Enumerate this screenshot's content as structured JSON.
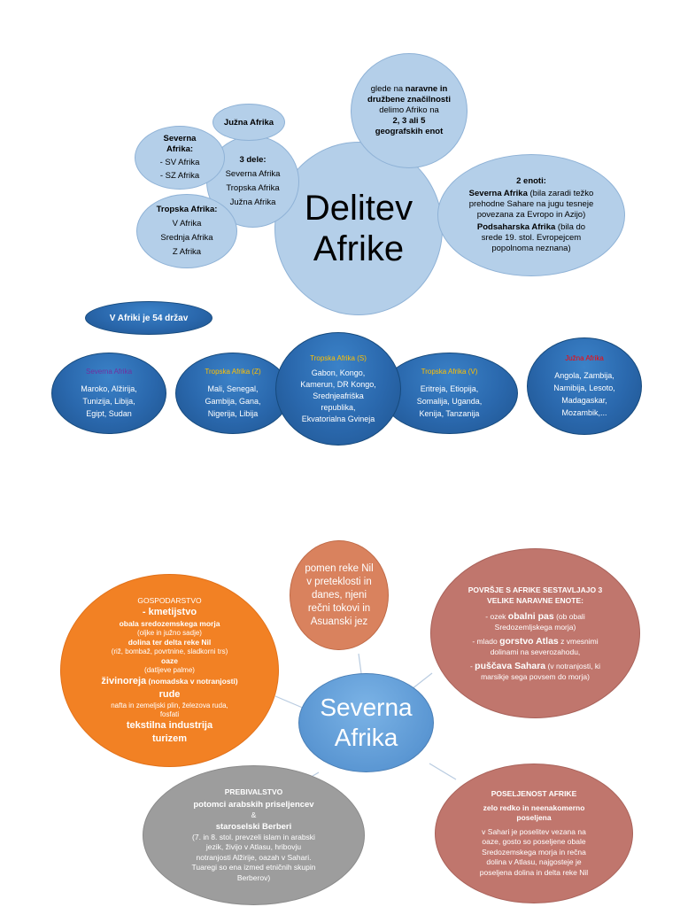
{
  "map1": {
    "center": [
      "Delitev",
      "Afrike"
    ],
    "top_right": {
      "parts": [
        {
          "t": "glede na ",
          "b": false
        },
        {
          "t": "naravne in",
          "b": true
        },
        {
          "br": true
        },
        {
          "t": "družbene značilnosti",
          "b": true
        },
        {
          "br": true
        },
        {
          "t": "delimo Afriko na",
          "b": false
        },
        {
          "br": true
        },
        {
          "t": "2, 3 ali 5",
          "b": true
        },
        {
          "br": true
        },
        {
          "t": "geografskih enot",
          "b": true
        }
      ]
    },
    "two_units": {
      "title": "2 enoti:",
      "sev_bold": "Severna Afrika",
      "sev_rest_1": " (bila zaradi težko",
      "sev_rest_2": "prehodne Sahare na jugu tesneje",
      "sev_rest_3": "povezana za Evropo in Azijo)",
      "pod_bold": "Podsaharska Afrika",
      "pod_rest_1": " (bila do",
      "pod_rest_2": "srede 19. stol. Evropejcem",
      "pod_rest_3": "popolnoma neznana)"
    },
    "juzna_top": "Južna Afrika",
    "severna_small": {
      "title_1": "Severna",
      "title_2": "Afrika:",
      "items": [
        "- SV Afrika",
        "- SZ Afrika"
      ]
    },
    "three_parts": {
      "title": "3 dele:",
      "items": [
        "Severna Afrika",
        "Tropska Afrika",
        "Južna Afrika"
      ]
    },
    "tropska_small": {
      "title": "Tropska Afrika:",
      "items": [
        "V Afrika",
        "Srednja Afrika",
        "Z Afrika"
      ]
    },
    "count_label": "V Afriki je 54 držav",
    "regions": [
      {
        "title": "Severna Afrika",
        "title_color": "#7030a0",
        "lines": [
          "Maroko, Alžirija,",
          "Tunizija, Libija,",
          "Egipt, Sudan"
        ]
      },
      {
        "title": "Tropska Afrika (Z)",
        "title_color": "#ffc000",
        "lines": [
          "Mali, Senegal,",
          "Gambija, Gana,",
          "Nigerija, Libija"
        ]
      },
      {
        "title": "Tropska Afrika (S)",
        "title_color": "#ffc000",
        "lines": [
          "Gabon, Kongo,",
          "Kamerun, DR Kongo,",
          "Srednjeafriška",
          "republika,",
          "Ekvatorialna Gvineja"
        ]
      },
      {
        "title": "Tropska Afrika (V)",
        "title_color": "#ffc000",
        "lines": [
          "Eritreja, Etiopija,",
          "Somalija, Uganda,",
          "Kenija, Tanzanija"
        ]
      },
      {
        "title": "Južna Afrika",
        "title_color": "#ff0000",
        "lines": [
          "Angola, Zambija,",
          "Namibija, Lesoto,",
          "Madagaskar,",
          "Mozambik,..."
        ]
      }
    ]
  },
  "map2": {
    "center": [
      "Severna",
      "Afrika"
    ],
    "nil": [
      "pomen reke Nil",
      "v preteklosti in",
      "danes, njeni",
      "rečni tokovi in",
      "Asuanski jez"
    ],
    "gospodarstvo": {
      "title": "GOSPODARSTVO",
      "lines": [
        {
          "t": "- kmetijstvo",
          "cls": "big"
        },
        {
          "t": "obala sredozemskega morja",
          "cls": "bold"
        },
        {
          "t": "(oljke in južno sadje)",
          "cls": "small"
        },
        {
          "t": "dolina ter delta reke Nil",
          "cls": "bold"
        },
        {
          "t": "(riž, bombaž, povrtnine, sladkorni trs)",
          "cls": "small"
        },
        {
          "t": "oaze",
          "cls": "bold"
        },
        {
          "t": "(datljeve palme)",
          "cls": "small"
        },
        {
          "t": "živinoreja",
          "cls": "big",
          "suffix": " (nomadska v notranjosti)"
        },
        {
          "t": "rude",
          "cls": "big"
        },
        {
          "t": "nafta in zemeljski plin, železova ruda,",
          "cls": "small"
        },
        {
          "t": "fosfati",
          "cls": "small"
        },
        {
          "t": "tekstilna industrija",
          "cls": "big"
        },
        {
          "t": "turizem",
          "cls": "big"
        }
      ]
    },
    "povrsje": {
      "title_1": "POVRŠJE S AFRIKE SESTAVLJAJO 3",
      "title_2": "VELIKE NARAVNE ENOTE:",
      "lines": [
        [
          {
            "t": "- ozek ",
            "b": false
          },
          {
            "t": "obalni pas",
            "b": true,
            "big": true
          },
          {
            "t": " (ob obali",
            "b": false
          }
        ],
        [
          {
            "t": "Sredozemljskega morja)",
            "b": false
          }
        ],
        [
          {
            "t": "- mlado ",
            "b": false
          },
          {
            "t": "gorstvo Atlas",
            "b": true,
            "big": true
          },
          {
            "t": " z vmesnimi",
            "b": false
          }
        ],
        [
          {
            "t": "dolinami na severozahodu,",
            "b": false
          }
        ],
        [
          {
            "t": "- ",
            "b": false
          },
          {
            "t": "puščava Sahara",
            "b": true,
            "big": true
          },
          {
            "t": " (v notranjosti, ki",
            "b": false
          }
        ],
        [
          {
            "t": "marsikje sega povsem do morja)",
            "b": false
          }
        ]
      ]
    },
    "prebivalstvo": {
      "title": "PREBIVALSTVO",
      "lines": [
        {
          "t": "potomci arabskih priseljencev",
          "b": true
        },
        {
          "t": "&",
          "b": false
        },
        {
          "t": "staroselski Berberi",
          "b": true
        },
        {
          "t": "(7. in 8. stol. prevzeli islam in arabski",
          "b": false
        },
        {
          "t": "jezik, živijo v Atlasu, hribovju",
          "b": false
        },
        {
          "t": "notranjosti Alžirije, oazah v Sahari.",
          "b": false
        },
        {
          "t": "Tuaregi so ena izmed etničnih skupin",
          "b": false
        },
        {
          "t": "Berberov)",
          "b": false
        }
      ]
    },
    "poseljenost": {
      "title": "POSELJENOST AFRIKE",
      "sub_1": "zelo redko in neenakomerno",
      "sub_2": "poseljena",
      "lines": [
        "v Sahari je poselitev vezana na",
        "oaze, gosto so poseljene obale",
        "Sredozemskega morja in rečna",
        "dolina v Atlasu, najgosteje je",
        "poseljena dolina in delta reke Nil"
      ]
    }
  },
  "colors": {
    "light_blue": "#b4cfe9",
    "dark_blue": "#2a68ad",
    "center_blue": "#6fa8dc",
    "orange": "#f28124",
    "brown": "#c0766d",
    "gray": "#9d9d9d",
    "nil_orange": "#d9825e"
  }
}
